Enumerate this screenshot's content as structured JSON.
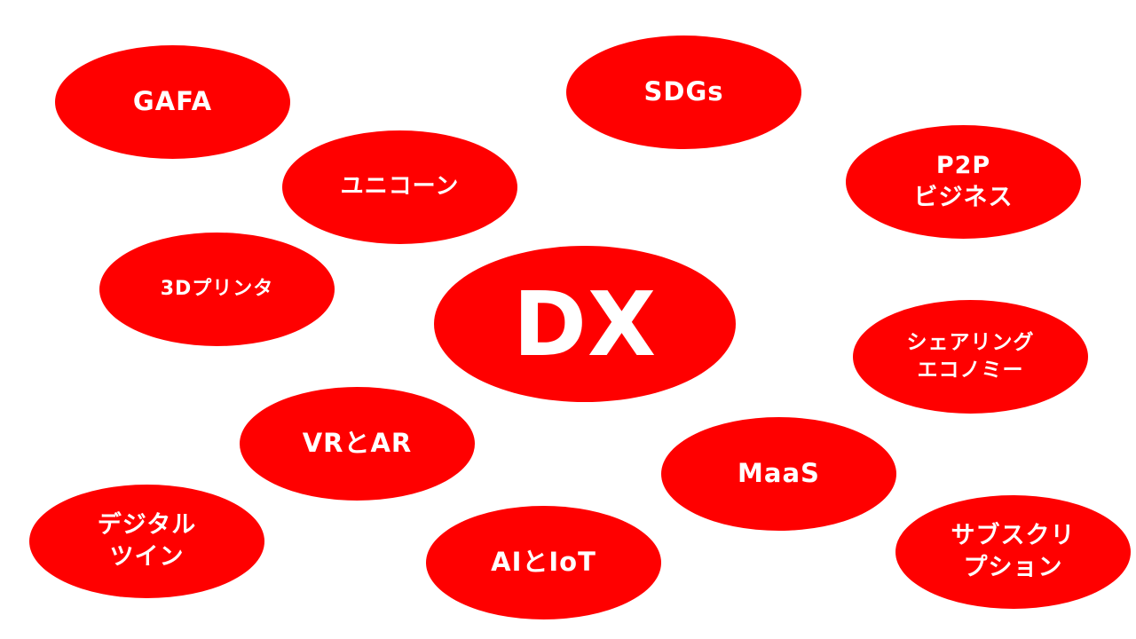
{
  "diagram": {
    "center": {
      "label": "DX"
    },
    "terms": [
      {
        "id": "gafa",
        "label": "GAFA"
      },
      {
        "id": "sdgs",
        "label": "SDGs"
      },
      {
        "id": "unicorn",
        "label": "ユニコーン"
      },
      {
        "id": "p2p",
        "label": "P2P\nビジネス"
      },
      {
        "id": "3dprinter",
        "label": "3Dプリンタ"
      },
      {
        "id": "sharing",
        "label": "シェアリング\nエコノミー"
      },
      {
        "id": "vrar",
        "label": "VRとAR"
      },
      {
        "id": "maas",
        "label": "MaaS"
      },
      {
        "id": "digitaltwin",
        "label": "デジタル\nツイン"
      },
      {
        "id": "aiiot",
        "label": "AIとIoT"
      },
      {
        "id": "subscription",
        "label": "サブスクリ\nプション"
      }
    ]
  },
  "colors": {
    "bubble_fill": "#ff0000",
    "bubble_text": "#ffffff",
    "background": "#ffffff"
  }
}
